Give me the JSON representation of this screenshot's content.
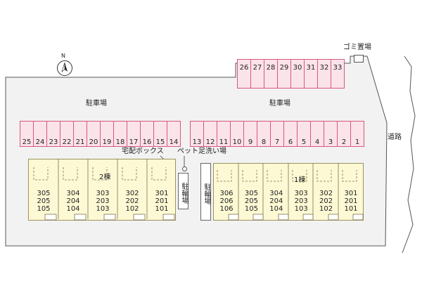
{
  "labels": {
    "parking_left": "駐車場",
    "parking_right": "駐車場",
    "road": "道路",
    "garbage": "ゴミ置場",
    "delivery_box": "宅配ボックス",
    "pet_wash": "ペット足洗い場",
    "bike_left": "駐輪場",
    "bike_right": "駐輪場",
    "building2": "2棟",
    "building1": "1棟",
    "north": "N"
  },
  "parking_top": [
    "26",
    "27",
    "28",
    "29",
    "30",
    "31",
    "32",
    "33"
  ],
  "parking_left_row": [
    "25",
    "24",
    "23",
    "22",
    "21",
    "20",
    "19",
    "18",
    "17",
    "16",
    "15",
    "14"
  ],
  "parking_right_row": [
    "13",
    "12",
    "11",
    "10",
    "9",
    "8",
    "7",
    "6",
    "5",
    "4",
    "3",
    "2",
    "1"
  ],
  "building2_units": [
    {
      "top": "305",
      "mid": "205",
      "bot": "105"
    },
    {
      "top": "304",
      "mid": "204",
      "bot": "104"
    },
    {
      "top": "303",
      "mid": "203",
      "bot": "103"
    },
    {
      "top": "302",
      "mid": "202",
      "bot": "102"
    },
    {
      "top": "301",
      "mid": "201",
      "bot": "101"
    }
  ],
  "building1_units": [
    {
      "top": "306",
      "mid": "206",
      "bot": "106"
    },
    {
      "top": "305",
      "mid": "205",
      "bot": "105"
    },
    {
      "top": "304",
      "mid": "204",
      "bot": "104"
    },
    {
      "top": "303",
      "mid": "203",
      "bot": "103"
    },
    {
      "top": "302",
      "mid": "202",
      "bot": "102"
    },
    {
      "top": "301",
      "mid": "201",
      "bot": "101"
    }
  ]
}
